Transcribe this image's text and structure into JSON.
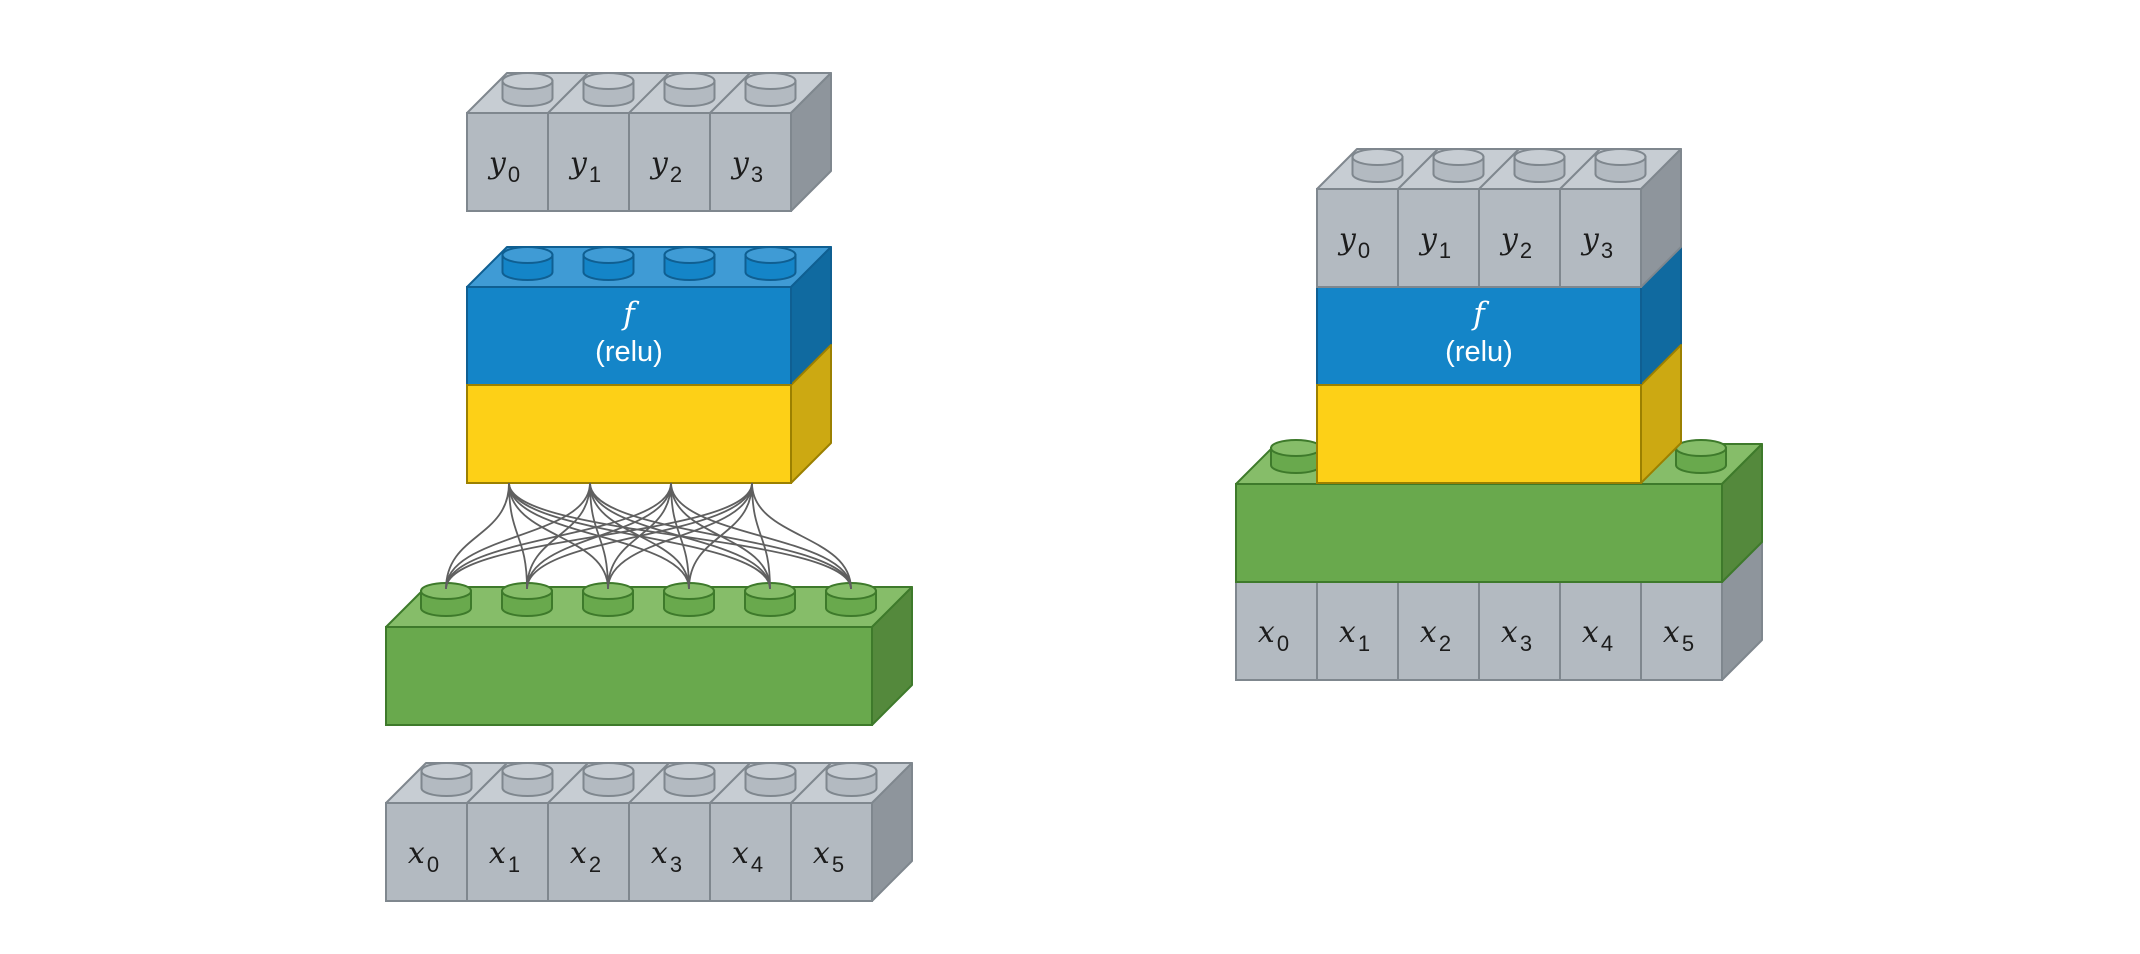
{
  "left_diagram": {
    "outputs": [
      {
        "var": "y",
        "sub": "0"
      },
      {
        "var": "y",
        "sub": "1"
      },
      {
        "var": "y",
        "sub": "2"
      },
      {
        "var": "y",
        "sub": "3"
      }
    ],
    "layer": {
      "function": "f",
      "activation": "(relu)"
    },
    "inputs": [
      {
        "var": "x",
        "sub": "0"
      },
      {
        "var": "x",
        "sub": "1"
      },
      {
        "var": "x",
        "sub": "2"
      },
      {
        "var": "x",
        "sub": "3"
      },
      {
        "var": "x",
        "sub": "4"
      },
      {
        "var": "x",
        "sub": "5"
      }
    ]
  },
  "right_diagram": {
    "outputs": [
      {
        "var": "y",
        "sub": "0"
      },
      {
        "var": "y",
        "sub": "1"
      },
      {
        "var": "y",
        "sub": "2"
      },
      {
        "var": "y",
        "sub": "3"
      }
    ],
    "layer": {
      "function": "f",
      "activation": "(relu)"
    },
    "inputs": [
      {
        "var": "x",
        "sub": "0"
      },
      {
        "var": "x",
        "sub": "1"
      },
      {
        "var": "x",
        "sub": "2"
      },
      {
        "var": "x",
        "sub": "3"
      },
      {
        "var": "x",
        "sub": "4"
      },
      {
        "var": "x",
        "sub": "5"
      }
    ]
  },
  "colors": {
    "gray_front": "#b3bac1",
    "gray_top": "#c7cdd3",
    "gray_side": "#8e959c",
    "gray_stroke": "#7f878e",
    "blue_front": "#1485c8",
    "blue_top": "#3f9bd5",
    "blue_side": "#106aa0",
    "blue_stroke": "#0f5f92",
    "yellow_front": "#fdd017",
    "yellow_side": "#cca912",
    "yellow_stroke": "#9b8000",
    "green_front": "#69a94d",
    "green_top": "#86bd69",
    "green_side": "#54893c",
    "green_stroke": "#3e7a2b",
    "connection": "#5f5f5f"
  }
}
